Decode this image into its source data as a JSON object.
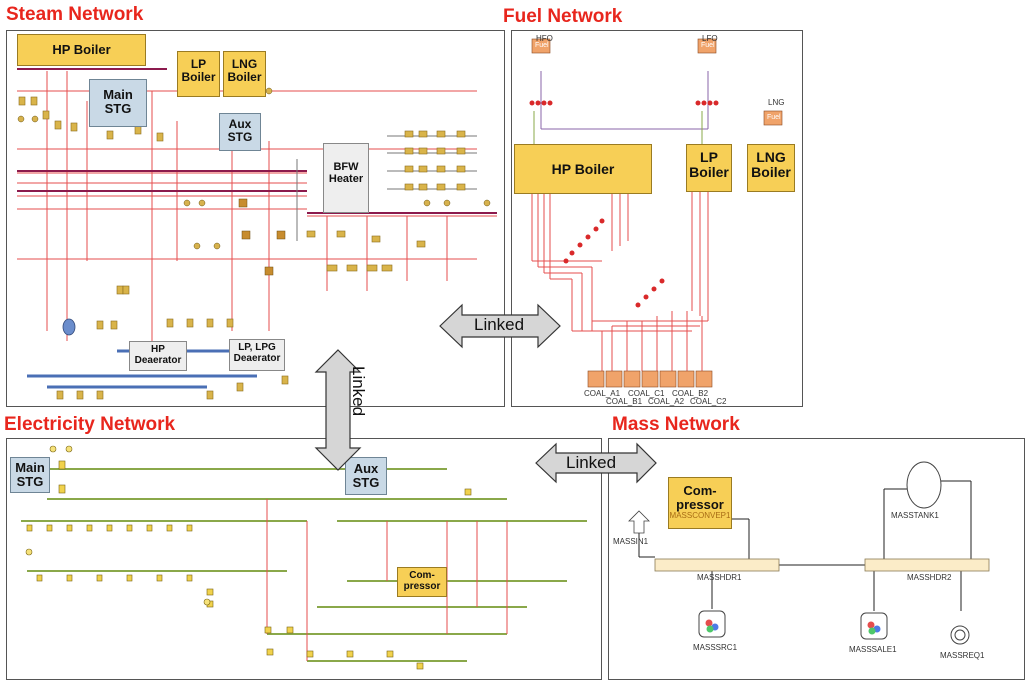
{
  "titles": {
    "steam": "Steam Network",
    "fuel": "Fuel Network",
    "electricity": "Electricity Network",
    "mass": "Mass Network"
  },
  "steam": {
    "hp_boiler": "HP Boiler",
    "lp_boiler": "LP Boiler",
    "lng_boiler": "LNG Boiler",
    "main_stg": "Main STG",
    "aux_stg": "Aux STG",
    "bfw_heater": "BFW Heater",
    "hp_deaerator": "HP Deaerator",
    "lp_deaerator": "LP, LPG Deaerator"
  },
  "fuel": {
    "hfo": "HFO",
    "lfo": "LFO",
    "lng": "LNG",
    "fuel_tag": "Fuel",
    "hp_boiler": "HP Boiler",
    "lp_boiler": "LP Boiler",
    "lng_boiler": "LNG Boiler",
    "coal_labels_top": [
      "COAL_A1",
      "COAL_C1",
      "COAL_B2"
    ],
    "coal_labels_bottom": [
      "COAL_B1",
      "COAL_A2",
      "COAL_C2"
    ]
  },
  "electricity": {
    "main_stg": "Main STG",
    "aux_stg": "Aux STG",
    "compressor": "Com- pressor"
  },
  "mass": {
    "compressor": "Com- pressor",
    "compressor_tag": "MASSCONVEP1",
    "massin": "MASSIN1",
    "masshdr1": "MASSHDR1",
    "masshdr2": "MASSHDR2",
    "masstank": "MASSTANK1",
    "masssrc": "MASSSRC1",
    "masssale": "MASSSALE1",
    "massreq": "MASSREQ1"
  },
  "links": {
    "steam_fuel": "Linked",
    "steam_elec": "Linked",
    "elec_mass": "Linked"
  }
}
